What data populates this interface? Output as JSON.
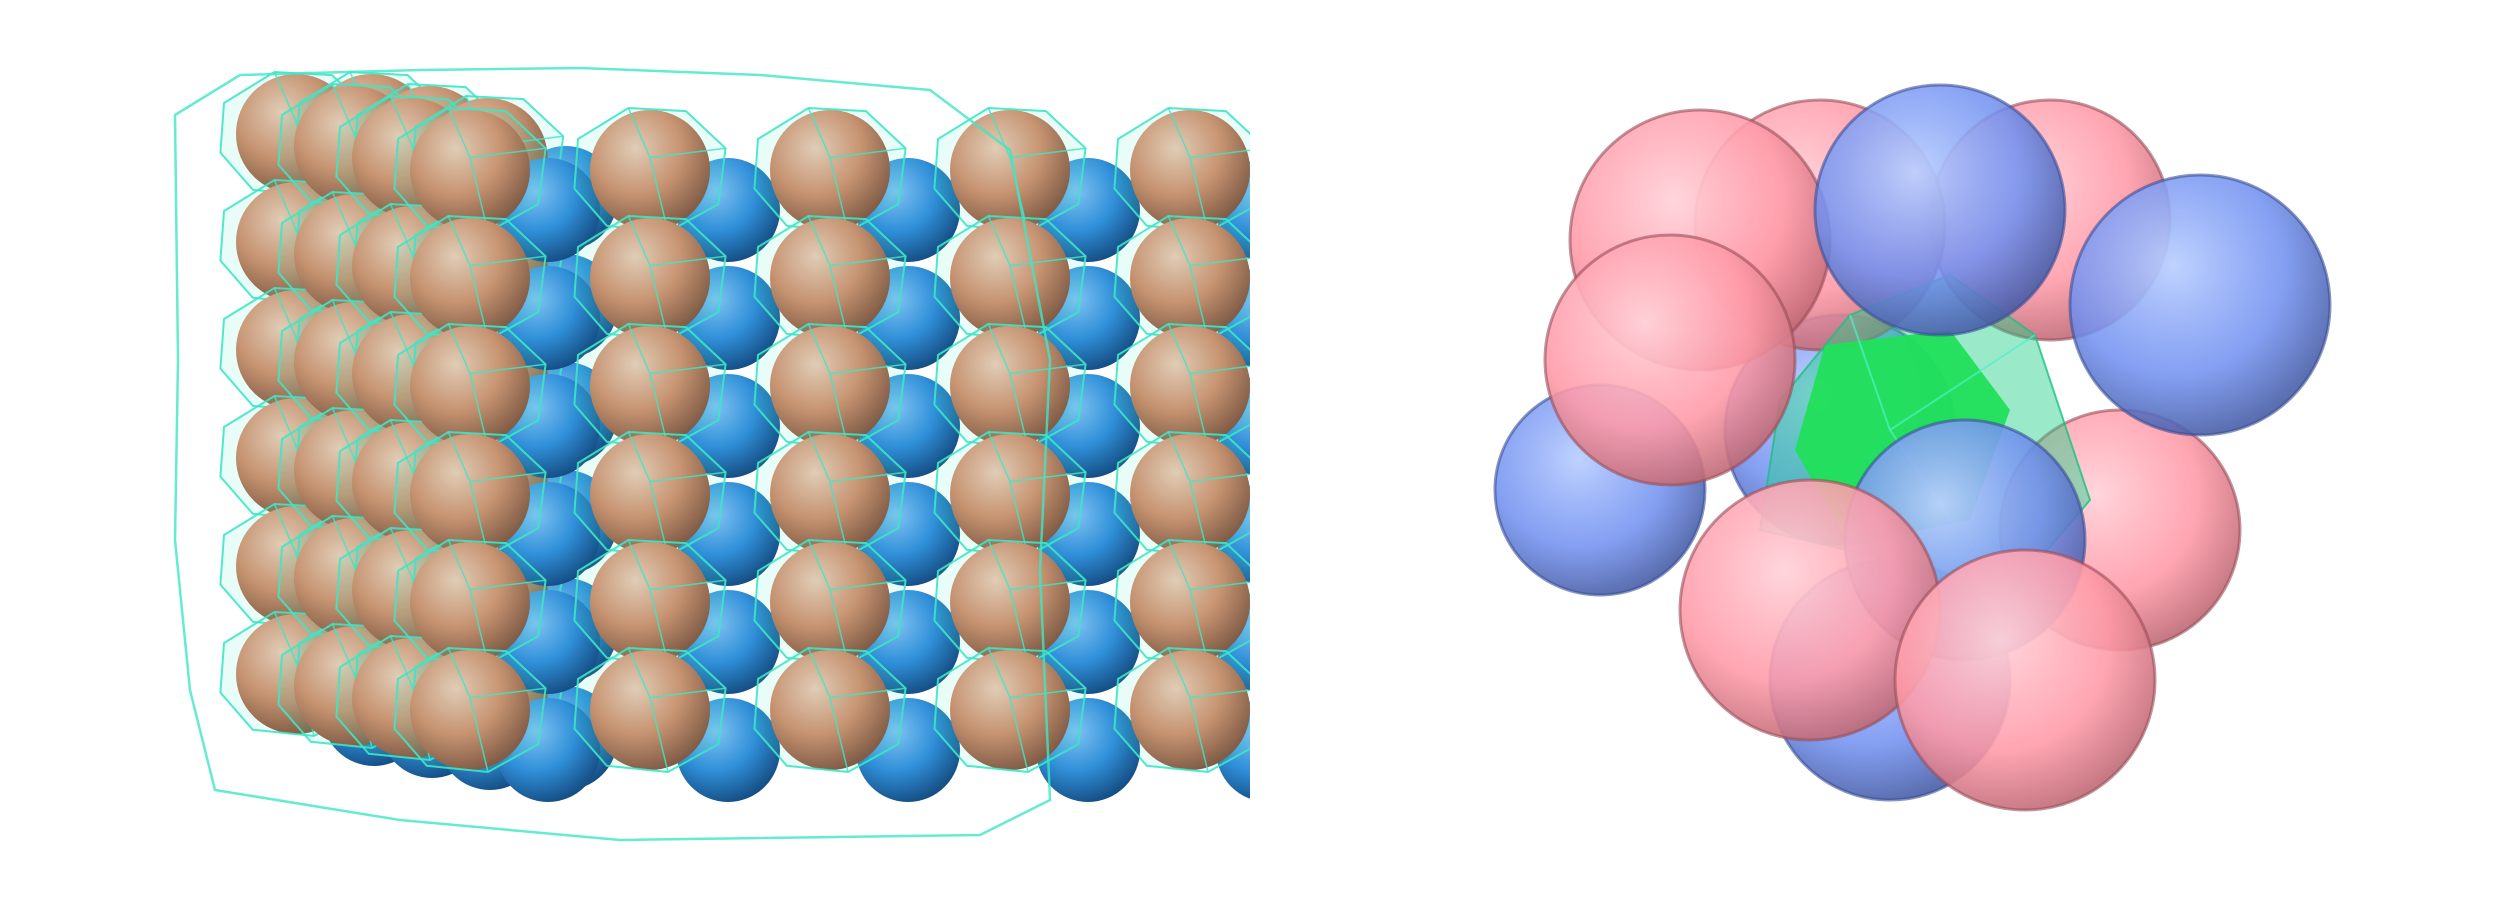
{
  "colors": {
    "background": "#ffffff",
    "lattice_sphere_a": "#d98866",
    "lattice_sphere_b": "#2f8fd8",
    "lattice_wireframe": "#3ee6c4",
    "cluster_sphere_a": "#ff9aa8",
    "cluster_sphere_b": "#6f8ff0",
    "cluster_polyhedron": "#1fd08a",
    "cluster_core": "#22ee33"
  },
  "lattice": {
    "rows": 6,
    "cols": 5,
    "depth_layers": 4
  },
  "cluster": {
    "sphere_count": 13
  }
}
